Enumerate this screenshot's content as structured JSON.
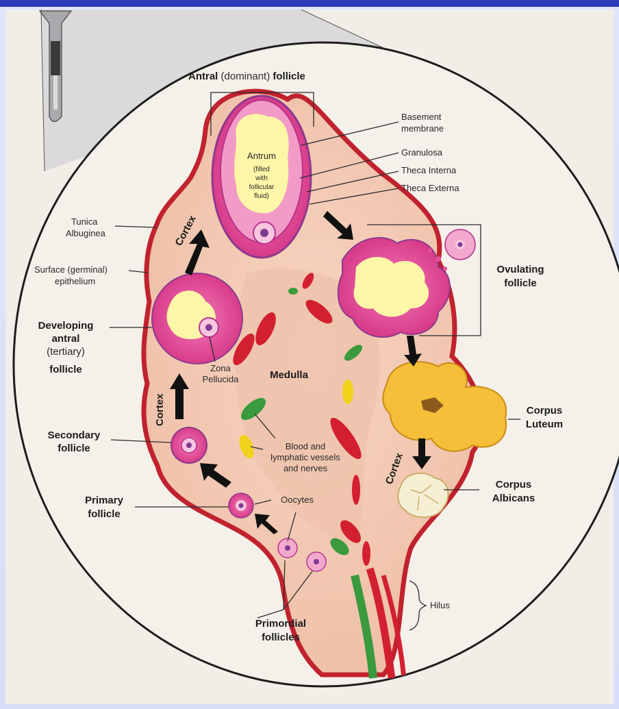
{
  "colors": {
    "background_border": "#2b3ab6",
    "ovary_tissue": "#f3c7ad",
    "medulla": "#eec3ad",
    "outer_wall": "#c0222e",
    "follicle_pink": "#e84f9c",
    "follicle_fluid": "#fdf6a8",
    "corpus_luteum": "#f5bf3a",
    "corpus_albicans": "#f6efd4",
    "vessel_red": "#d32030",
    "vessel_green": "#3a9a3d",
    "vessel_yellow": "#f0d21a"
  },
  "labels": {
    "antral_bold_1": "Antral",
    "antral_normal": " (dominant) ",
    "antral_bold_2": "follicle",
    "basement_1": "Basement",
    "basement_2": "membrane",
    "granulosa": "Granulosa",
    "theca_interna": "Theca Interna",
    "theca_externa": "Theca Externa",
    "antrum": "Antrum",
    "antrum_fluid_1": "(filled",
    "antrum_fluid_2": "with",
    "antrum_fluid_3": "follicular",
    "antrum_fluid_4": "fluid)",
    "tunica_1": "Tunica",
    "tunica_2": "Albuginea",
    "surface_1": "Surface (germinal)",
    "surface_2": "epithelium",
    "developing_1": "Developing",
    "developing_2": "antral",
    "developing_3": "(tertiary)",
    "developing_4": "follicle",
    "secondary_1": "Secondary",
    "secondary_2": "follicle",
    "primary_1": "Primary",
    "primary_2": "follicle",
    "ovulating_1": "Ovulating",
    "ovulating_2": "follicle",
    "corpus_luteum_1": "Corpus",
    "corpus_luteum_2": "Luteum",
    "corpus_albicans_1": "Corpus",
    "corpus_albicans_2": "Albicans",
    "zona_1": "Zona",
    "zona_2": "Pellucida",
    "medulla": "Medulla",
    "vessels_1": "Blood and",
    "vessels_2": "lymphatic vessels",
    "vessels_3": "and nerves",
    "oocytes": "Oocytes",
    "hilus": "Hilus",
    "primordial_1": "Primordial",
    "primordial_2": "follicles",
    "cortex": "Cortex"
  }
}
